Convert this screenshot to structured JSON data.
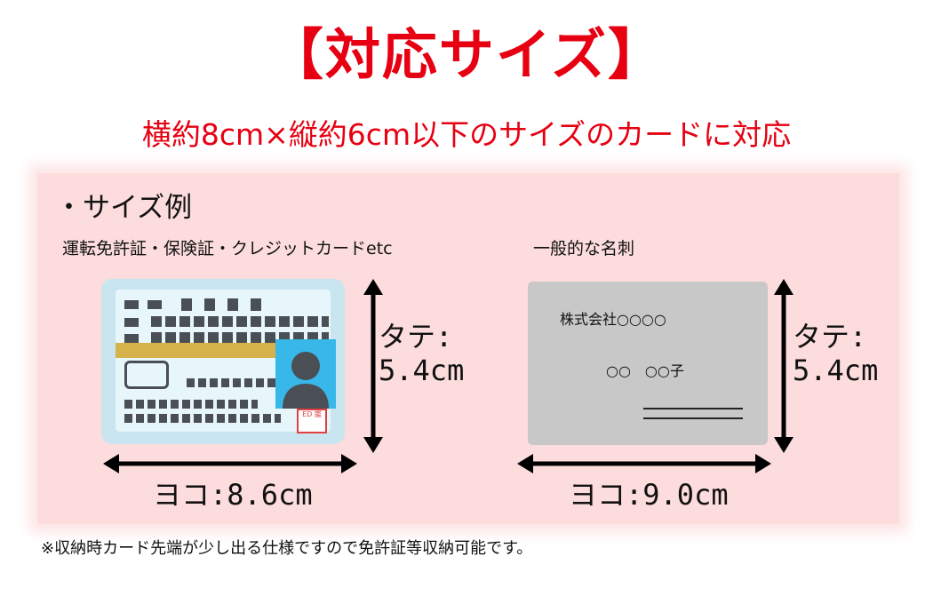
{
  "title": "【対応サイズ】",
  "subtitle": "横約8cm×縦約6cm以下のサイズのカードに対応",
  "example_heading": "・サイズ例",
  "license": {
    "caption": "運転免許証・保険証・クレジットカードetc",
    "height_label": "タテ:",
    "height_value": "5.4cm",
    "width_label": "ヨコ:8.6cm",
    "stamp_text": "ED 鑑"
  },
  "business_card": {
    "caption": "一般的な名刺",
    "company": "株式会社○○○○",
    "name": "○○　○○子",
    "height_label": "タテ:",
    "height_value": "5.4cm",
    "width_label": "ヨコ:9.0cm"
  },
  "footnote": "※収納時カード先端が少し出る仕様ですので免許証等収納可能です。",
  "colors": {
    "accent_red": "#e60012",
    "panel_pink": "#fcdcdc",
    "license_blue": "#c8e5f0",
    "photo_blue": "#37b8e8",
    "gold": "#d6b34a",
    "card_gray": "#c8c8c8"
  }
}
